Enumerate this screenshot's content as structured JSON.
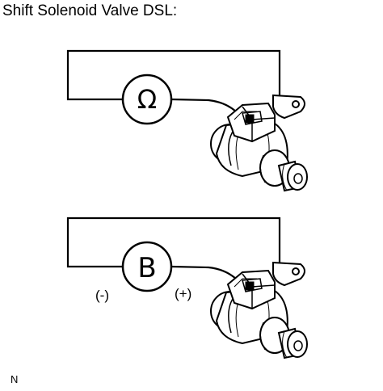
{
  "title": "Shift Solenoid Valve DSL:",
  "ohmmeter": {
    "symbol": "Ω"
  },
  "battery": {
    "symbol": "B",
    "neg_label": "(-)",
    "pos_label": "(+)"
  },
  "corner_text": "N"
}
